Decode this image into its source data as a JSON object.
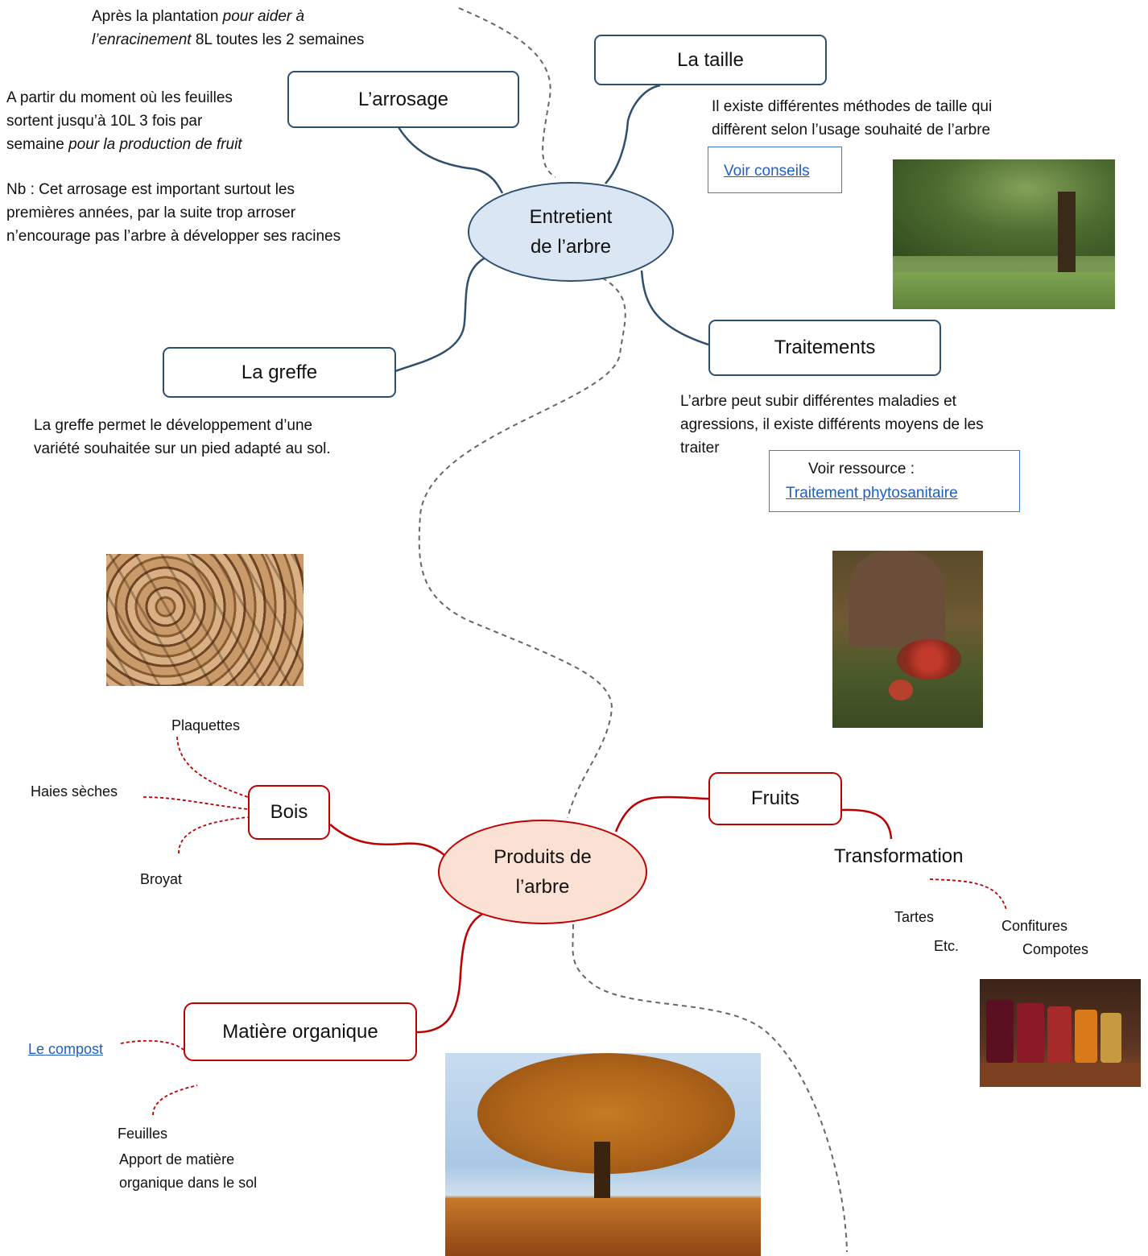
{
  "center_top": {
    "line1": "Entretient",
    "line2": "de l’arbre"
  },
  "center_bottom": {
    "line1": "Produits de",
    "line2": "l’arbre"
  },
  "arrosage": {
    "title": "L’arrosage",
    "after_planting_1": "Après la plantation",
    "after_planting_2": "pour aider à",
    "after_planting_3": "l’enracinement",
    "after_planting_4": "8L toutes les 2 semaines",
    "leaves_1": "A partir du moment où les feuilles",
    "leaves_2": "sortent jusqu’à 10L 3 fois par",
    "leaves_3": "semaine",
    "leaves_4": "pour la production de fruit",
    "note_1": "Nb : Cet arrosage est important surtout les",
    "note_2": "premières années, par la suite trop arroser",
    "note_3": "n’encourage pas l’arbre à développer ses racines"
  },
  "taille": {
    "title": "La taille",
    "text_1": "Il existe différentes méthodes de taille qui",
    "text_2": "diffèrent selon l’usage souhaité de l’arbre",
    "link": "Voir conseils"
  },
  "traitements": {
    "title": "Traitements",
    "text_1": "L’arbre peut subir différentes maladies et",
    "text_2": "agressions, il existe différents moyens de les",
    "text_3": "traiter",
    "resource_label": "Voir ressource :",
    "resource_link": "Traitement phytosanitaire"
  },
  "greffe": {
    "title": "La greffe",
    "text_1": "La greffe permet le développement d’une",
    "text_2": "variété souhaitée sur un pied adapté au sol."
  },
  "bois": {
    "title": "Bois",
    "item1": "Plaquettes",
    "item2": "Haies sèches",
    "item3": "Broyat"
  },
  "fruits": {
    "title": "Fruits",
    "transformation": "Transformation",
    "item1": "Tartes",
    "item2": "Etc.",
    "item3": "Confitures",
    "item4": "Compotes"
  },
  "matiere": {
    "title": "Matière organique",
    "link": "Le compost",
    "item1": "Feuilles",
    "item2": "Apport  de matière",
    "item3": "organique dans le sol"
  },
  "colors": {
    "blue_border": "#2f4f6f",
    "red_border": "#c00000",
    "blue_fill": "#dae6f3",
    "peach_fill": "#fbe1d3",
    "link": "#1f5fbf"
  }
}
